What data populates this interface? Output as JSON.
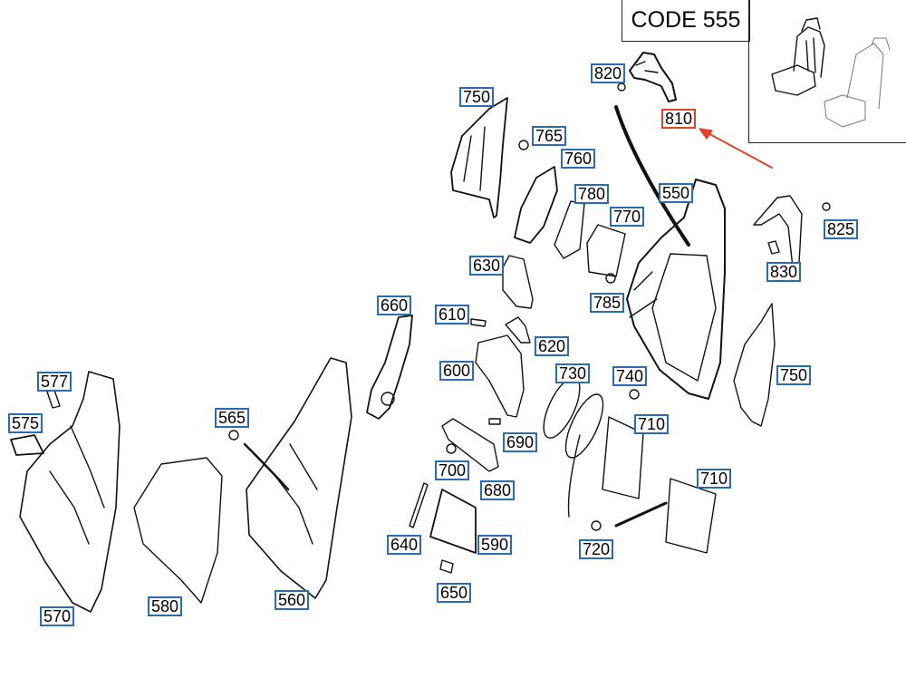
{
  "header": {
    "code_label": "CODE 555"
  },
  "highlight": {
    "part_number": "810",
    "color": "#e0452b"
  },
  "callout_color": "#2b6cb0",
  "parts": [
    {
      "id": "820",
      "label": "820"
    },
    {
      "id": "810",
      "label": "810"
    },
    {
      "id": "750a",
      "label": "750"
    },
    {
      "id": "765",
      "label": "765"
    },
    {
      "id": "760",
      "label": "760"
    },
    {
      "id": "780",
      "label": "780"
    },
    {
      "id": "770",
      "label": "770"
    },
    {
      "id": "550",
      "label": "550"
    },
    {
      "id": "825",
      "label": "825"
    },
    {
      "id": "830",
      "label": "830"
    },
    {
      "id": "630",
      "label": "630"
    },
    {
      "id": "785",
      "label": "785"
    },
    {
      "id": "660",
      "label": "660"
    },
    {
      "id": "610",
      "label": "610"
    },
    {
      "id": "620",
      "label": "620"
    },
    {
      "id": "600",
      "label": "600"
    },
    {
      "id": "730",
      "label": "730"
    },
    {
      "id": "740",
      "label": "740"
    },
    {
      "id": "750b",
      "label": "750"
    },
    {
      "id": "577",
      "label": "577"
    },
    {
      "id": "575",
      "label": "575"
    },
    {
      "id": "565",
      "label": "565"
    },
    {
      "id": "690",
      "label": "690"
    },
    {
      "id": "710a",
      "label": "710"
    },
    {
      "id": "700",
      "label": "700"
    },
    {
      "id": "680",
      "label": "680"
    },
    {
      "id": "710b",
      "label": "710"
    },
    {
      "id": "640",
      "label": "640"
    },
    {
      "id": "590",
      "label": "590"
    },
    {
      "id": "720",
      "label": "720"
    },
    {
      "id": "650",
      "label": "650"
    },
    {
      "id": "570",
      "label": "570"
    },
    {
      "id": "580",
      "label": "580"
    },
    {
      "id": "560",
      "label": "560"
    }
  ]
}
